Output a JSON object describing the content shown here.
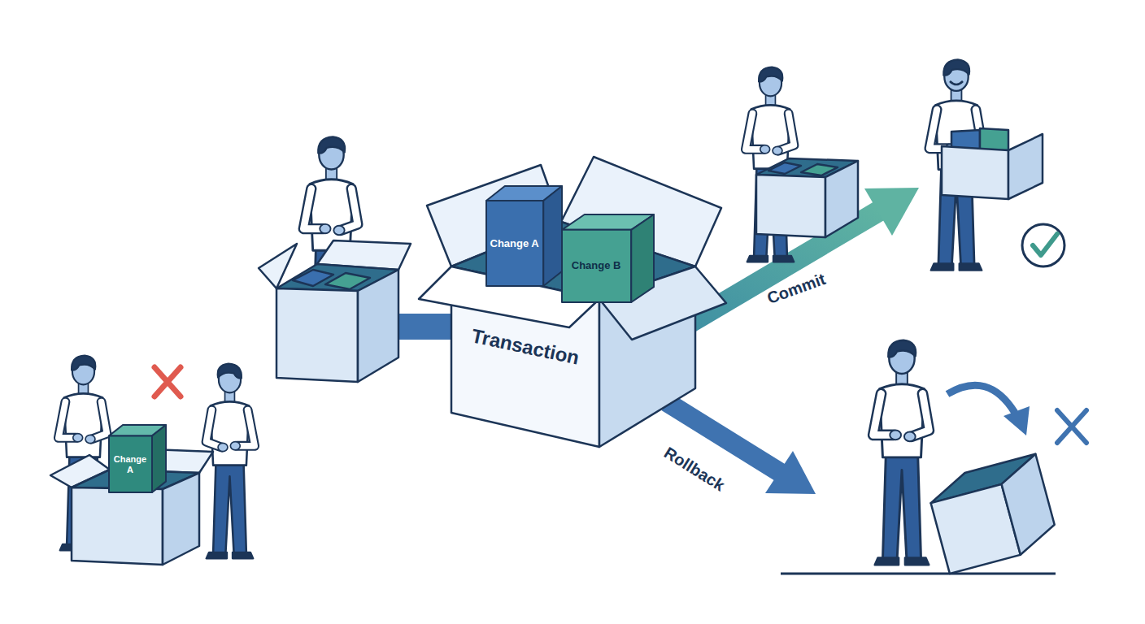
{
  "diagram": {
    "nodes": [
      {
        "text": [
          "Transaction"
        ]
      },
      {
        "text": [
          "Change A"
        ],
        "in": 0
      },
      {
        "text": [
          "Change B"
        ],
        "in": 0
      },
      {
        "text": [
          "Change A"
        ]
      }
    ],
    "labels": [
      "Commit",
      "Rollback"
    ]
  }
}
